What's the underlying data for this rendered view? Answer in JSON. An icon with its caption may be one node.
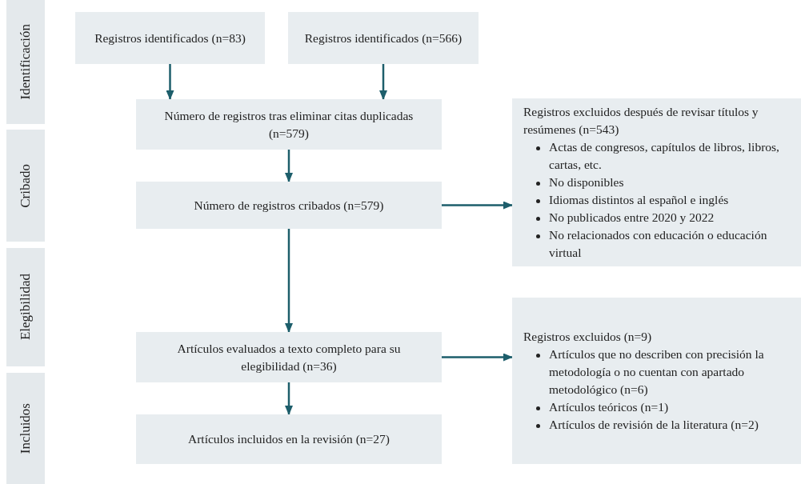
{
  "diagram": {
    "nodes": [
      {
        "text": [
          "Identificación"
        ]
      },
      {
        "text": [
          "Cribado"
        ]
      },
      {
        "text": [
          "Elegibilidad"
        ]
      },
      {
        "text": [
          "Incluidos"
        ]
      },
      {
        "text": [
          "Registros identificados (n=83)"
        ]
      },
      {
        "text": [
          "Registros identificados (n=566)"
        ]
      },
      {
        "text": [
          "Número de registros tras eliminar citas duplicadas (n=579)"
        ]
      },
      {
        "text": [
          "Número de registros cribados (n=579)"
        ]
      },
      {
        "text": [
          "Registros excluidos después de revisar títulos y resúmenes (n=543)",
          "Actas de congresos, capítulos de libros, libros, cartas, etc.",
          "No disponibles",
          "Idiomas distintos al español e inglés",
          "No publicados entre 2020 y 2022",
          "No relacionados con educación o educación virtual"
        ]
      },
      {
        "text": [
          "Artículos evaluados a texto completo para su elegibilidad (n=36)"
        ]
      },
      {
        "text": [
          "Registros excluidos (n=9)",
          "Artículos que no describen con precisión la metodología o no cuentan con apartado metodológico (n=6)",
          "Artículos teóricos (n=1)",
          "Artículos de revisión de la literatura (n=2)"
        ]
      },
      {
        "text": [
          "Artículos incluidos en la revisión (n=27)"
        ]
      }
    ],
    "edges": [
      {
        "from": 4,
        "to": 6,
        "arrow": "to"
      },
      {
        "from": 5,
        "to": 6,
        "arrow": "to"
      },
      {
        "from": 6,
        "to": 7,
        "arrow": "to"
      },
      {
        "from": 7,
        "to": 8,
        "arrow": "to"
      },
      {
        "from": 7,
        "to": 9,
        "arrow": "to"
      },
      {
        "from": 9,
        "to": 10,
        "arrow": "to"
      },
      {
        "from": 9,
        "to": 11,
        "arrow": "to"
      }
    ]
  }
}
